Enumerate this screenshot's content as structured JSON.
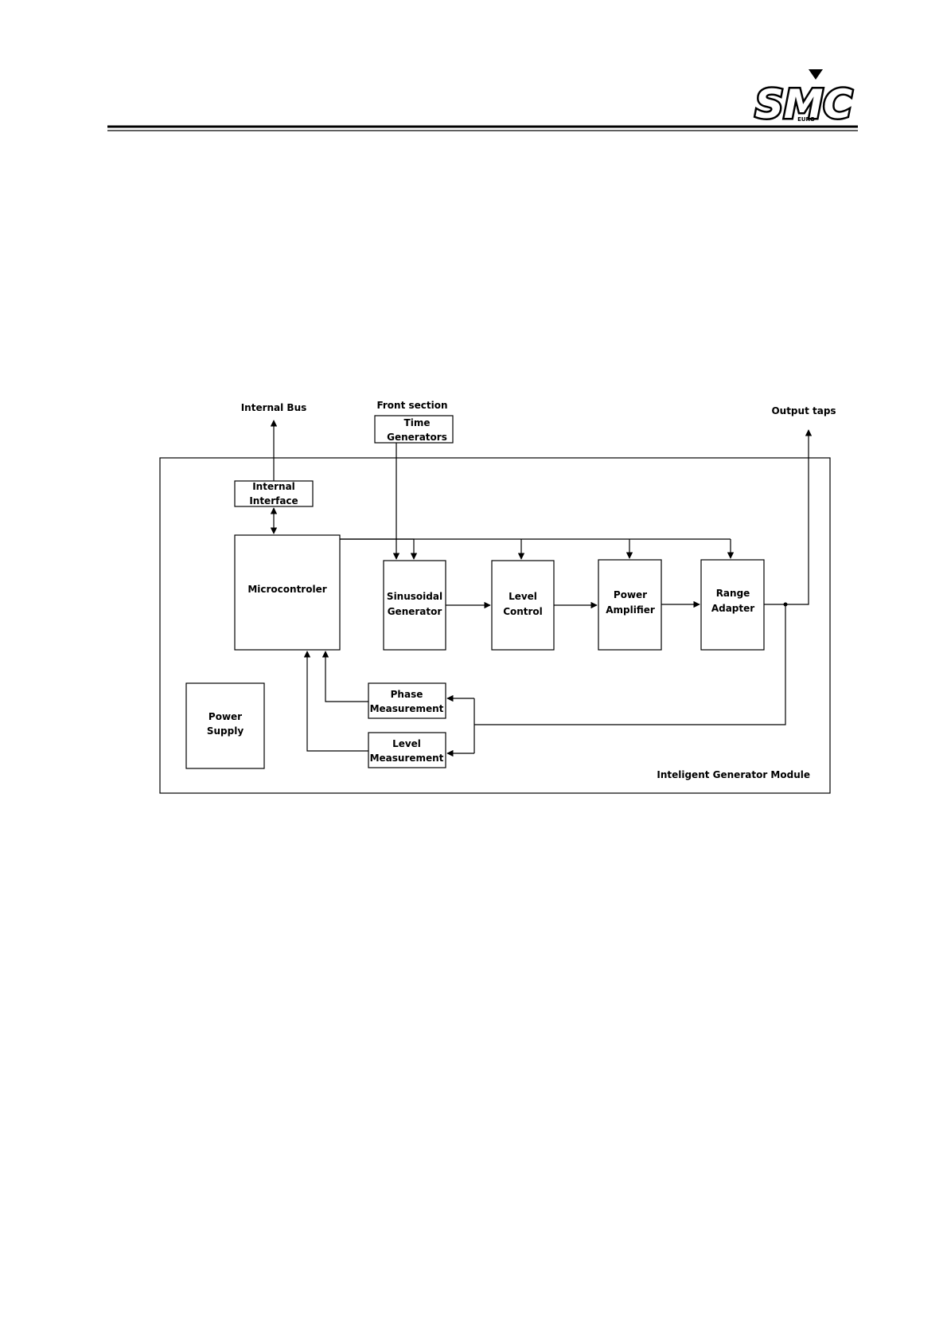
{
  "header": {
    "logo": {
      "name": "smc-euro-logo",
      "text": "SMC",
      "subtext": "EURO"
    }
  },
  "diagram": {
    "external": {
      "internal_bus": "Internal Bus",
      "front_section": "Front section",
      "output_taps": "Output taps"
    },
    "module_label": "Inteligent Generator Module",
    "blocks": {
      "time_generators": [
        "Time",
        "Generators"
      ],
      "internal_interface": [
        "Internal",
        "Interface"
      ],
      "microcontroler": [
        "Microcontroler"
      ],
      "sinusoidal_generator": [
        "Sinusoidal",
        "Generator"
      ],
      "level_control": [
        "Level",
        "Control"
      ],
      "power_amplifier": [
        "Power",
        "Amplifier"
      ],
      "range_adapter": [
        "Range",
        "Adapter"
      ],
      "phase_measurement": [
        "Phase",
        "Measurement"
      ],
      "level_measurement": [
        "Level",
        "Measurement"
      ],
      "power_supply": [
        "Power",
        "Supply"
      ]
    }
  }
}
